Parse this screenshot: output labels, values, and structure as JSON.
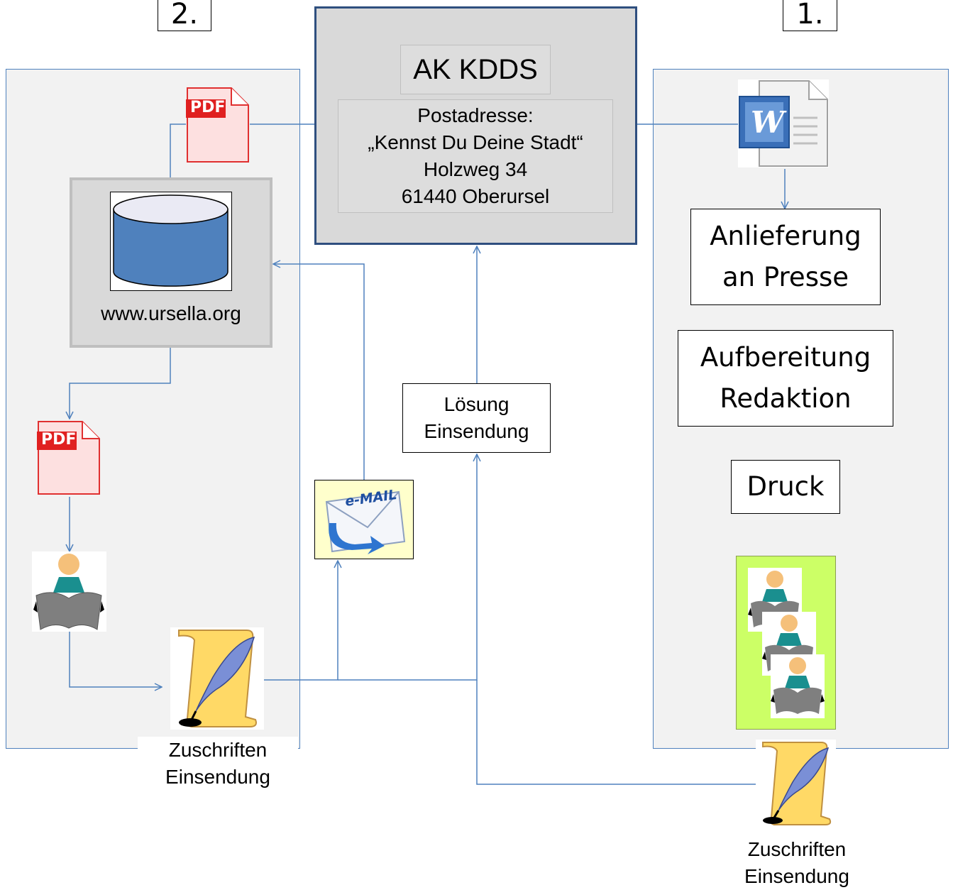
{
  "markers": {
    "left": "2.",
    "right": "1."
  },
  "ak": {
    "title": "AK KDDS",
    "address": [
      "Postadresse:",
      "„Kennst Du Deine Stadt“",
      "Holzweg 34",
      "61440 Oberursel"
    ]
  },
  "website": "www.ursella.org",
  "pdf_label": "PDF",
  "word_label": "W",
  "email_label": "e-MAIL",
  "solution": [
    "Lösung",
    "Einsendung"
  ],
  "zuschriften_left": [
    "Zuschriften",
    "Einsendung"
  ],
  "zuschriften_right": [
    "Zuschriften",
    "Einsendung"
  ],
  "steps": {
    "anlieferung": [
      "Anlieferung",
      "an Presse"
    ],
    "aufbereitung": [
      "Aufbereitung",
      "Redaktion"
    ],
    "druck": "Druck"
  },
  "colors": {
    "panel": "#f2f2f2",
    "panel_border": "#4f81bd",
    "connector": "#4f81bd",
    "database": "#4f81bd",
    "ak_fill": "#d9d9d9",
    "ak_border": "#2f4f7f",
    "readers_bg": "#ccff66",
    "email_bg": "#ffffcc",
    "pdf_red": "#e03030"
  }
}
